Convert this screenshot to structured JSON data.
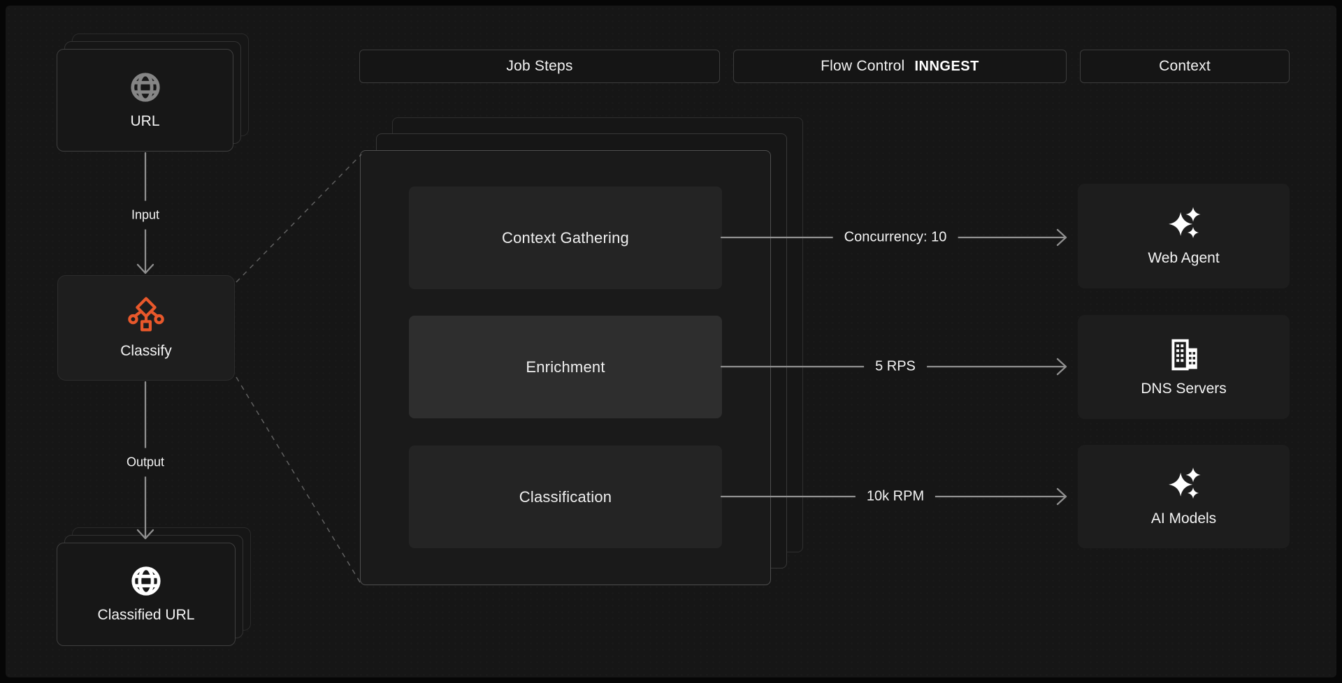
{
  "colors": {
    "background": "#161616",
    "accent_orange": "#E8582B",
    "line_gray": "#919191",
    "text": "#F4F4F4"
  },
  "headers": {
    "job_steps": "Job Steps",
    "flow_control": "Flow Control",
    "inngest_logo": "INNGEST",
    "context": "Context"
  },
  "pipeline": {
    "input_card": {
      "label": "URL",
      "icon": "globe-icon"
    },
    "input_arrow_label": "Input",
    "classify_node": {
      "label": "Classify",
      "icon": "classify-branch-icon"
    },
    "output_arrow_label": "Output",
    "output_card": {
      "label": "Classified URL",
      "icon": "globe-icon"
    }
  },
  "job_panel": {
    "steps": [
      {
        "label": "Context Gathering",
        "highlighted": false
      },
      {
        "label": "Enrichment",
        "highlighted": true
      },
      {
        "label": "Classification",
        "highlighted": false
      }
    ]
  },
  "flow_controls": [
    {
      "label": "Concurrency: 10"
    },
    {
      "label": "5 RPS"
    },
    {
      "label": "10k RPM"
    }
  ],
  "context_services": [
    {
      "label": "Web Agent",
      "icon": "sparkles-icon"
    },
    {
      "label": "DNS Servers",
      "icon": "buildings-icon"
    },
    {
      "label": "AI Models",
      "icon": "sparkles-icon"
    }
  ]
}
